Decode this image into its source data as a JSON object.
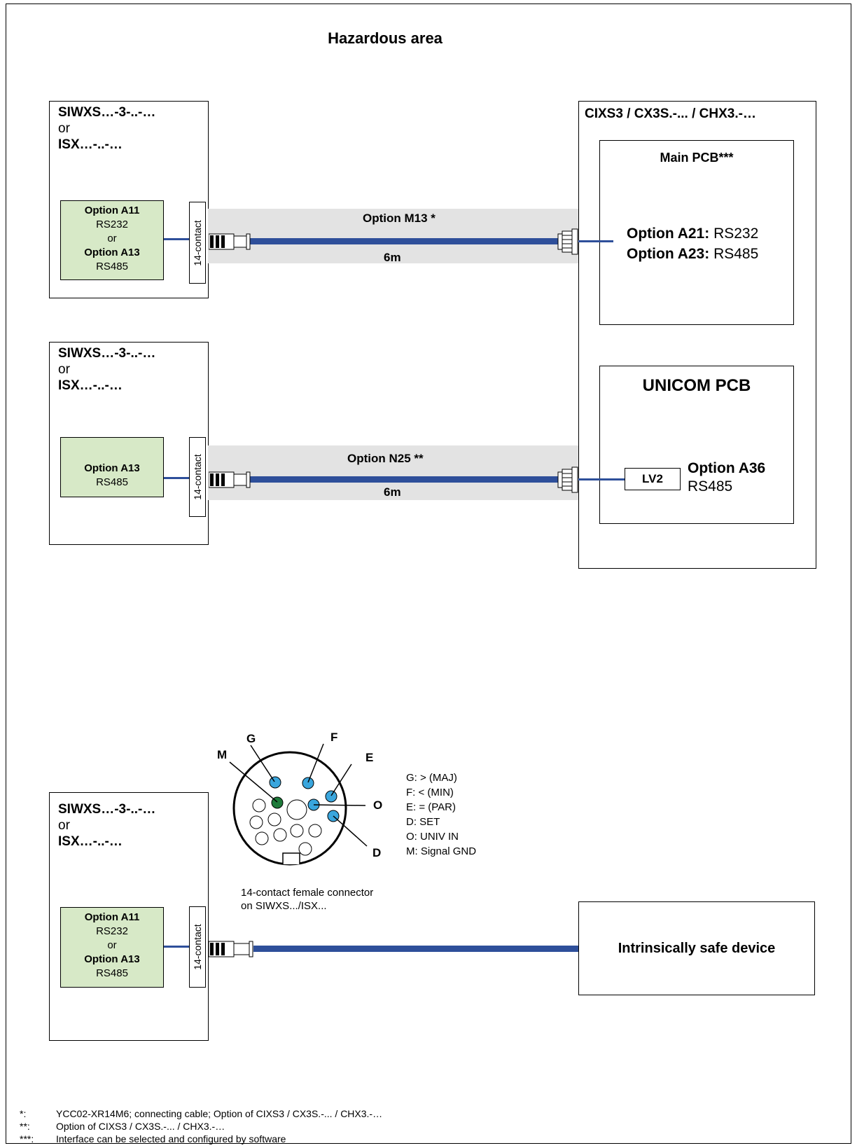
{
  "title": "Hazardous area",
  "device_left": {
    "line1": "SIWXS…-3-..-…",
    "line2": "or",
    "line3": "ISX…-..-…"
  },
  "contact_label": "14-contact",
  "option_box_full": {
    "l1": "Option A11",
    "l2": "RS232",
    "l3": "or",
    "l4": "Option A13",
    "l5": "RS485"
  },
  "option_box_a13": {
    "l1": "Option A13",
    "l2": "RS485"
  },
  "cable1": {
    "option": "Option M13 *",
    "length": "6m"
  },
  "cable2": {
    "option": "Option N25 **",
    "length": "6m"
  },
  "right_device": {
    "title": "CIXS3 / CX3S.-... / CHX3.-…"
  },
  "main_pcb": {
    "title": "Main PCB***",
    "a21_opt": "Option A21:",
    "a21_val": "RS232",
    "a23_opt": "Option A23:",
    "a23_val": "RS485"
  },
  "unicom_pcb": {
    "title": "UNICOM PCB",
    "lv2": "LV2",
    "opt": "Option A36",
    "val": "RS485"
  },
  "connector": {
    "pins": {
      "G": "G",
      "F": "F",
      "E": "E",
      "M": "M",
      "O": "O",
      "D": "D"
    },
    "legend": [
      "G:  > (MAJ)",
      "F:  < (MIN)",
      "E:  = (PAR)",
      "D:  SET",
      "O:  UNIV IN",
      "M: Signal GND"
    ],
    "caption1": "14-contact female connector",
    "caption2": "on SIWXS.../ISX...",
    "colors": {
      "pin_blue": "#3aa6dd",
      "pin_green": "#1e7a3a"
    }
  },
  "safe_device": "Intrinsically safe device",
  "footnotes": [
    {
      "mark": "*:",
      "text": "YCC02-XR14M6; connecting cable; Option of CIXS3 / CX3S.-... / CHX3.-…"
    },
    {
      "mark": "**:",
      "text": "Option of CIXS3 / CX3S.-... / CHX3.-…"
    },
    {
      "mark": "***:",
      "text": "Interface can be selected and configured by software"
    }
  ],
  "colors": {
    "cable": "#2e4f9a",
    "option_fill": "#d7e9c7",
    "band": "#e3e3e3"
  }
}
